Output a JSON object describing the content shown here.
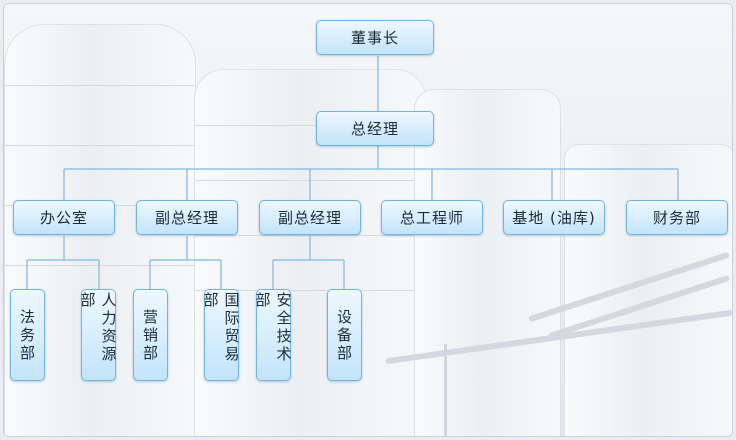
{
  "org_chart": {
    "chairman": "董事长",
    "general_manager": "总经理",
    "departments": [
      {
        "label": "办公室",
        "children": [
          "法务部",
          "人力资源部"
        ]
      },
      {
        "label": "副总经理",
        "children": [
          "营销部",
          "国际贸易部"
        ]
      },
      {
        "label": "副总经理",
        "children": [
          "安全技术部",
          "设备部"
        ]
      },
      {
        "label": "总工程师",
        "children": []
      },
      {
        "label": "基地 (油库)",
        "children": []
      },
      {
        "label": "财务部",
        "children": []
      }
    ]
  },
  "colors": {
    "node_border": "#6fb5e4",
    "node_fill": "#d6edfc",
    "connector": "#7fb8de"
  }
}
